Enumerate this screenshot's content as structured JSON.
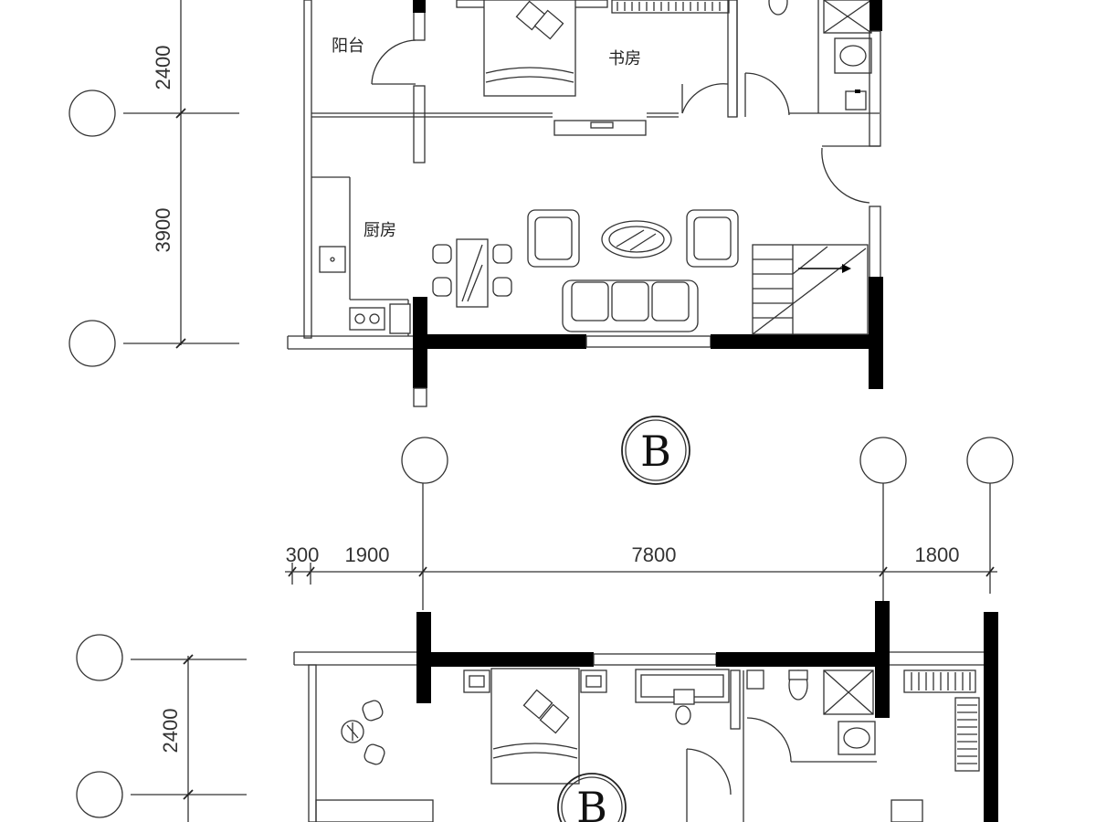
{
  "upper_plan": {
    "rooms": {
      "balcony": "阳台",
      "study": "书房",
      "kitchen": "厨房"
    },
    "vertical_dims": [
      "2400",
      "3900"
    ]
  },
  "section_marker": "B",
  "lower_plan": {
    "horizontal_dims": [
      "300",
      "1900",
      "7800",
      "1800"
    ],
    "vertical_dims": [
      "2400"
    ],
    "section_marker": "B"
  },
  "colors": {
    "wall": "#000000",
    "line": "#333333",
    "background": "#ffffff"
  }
}
